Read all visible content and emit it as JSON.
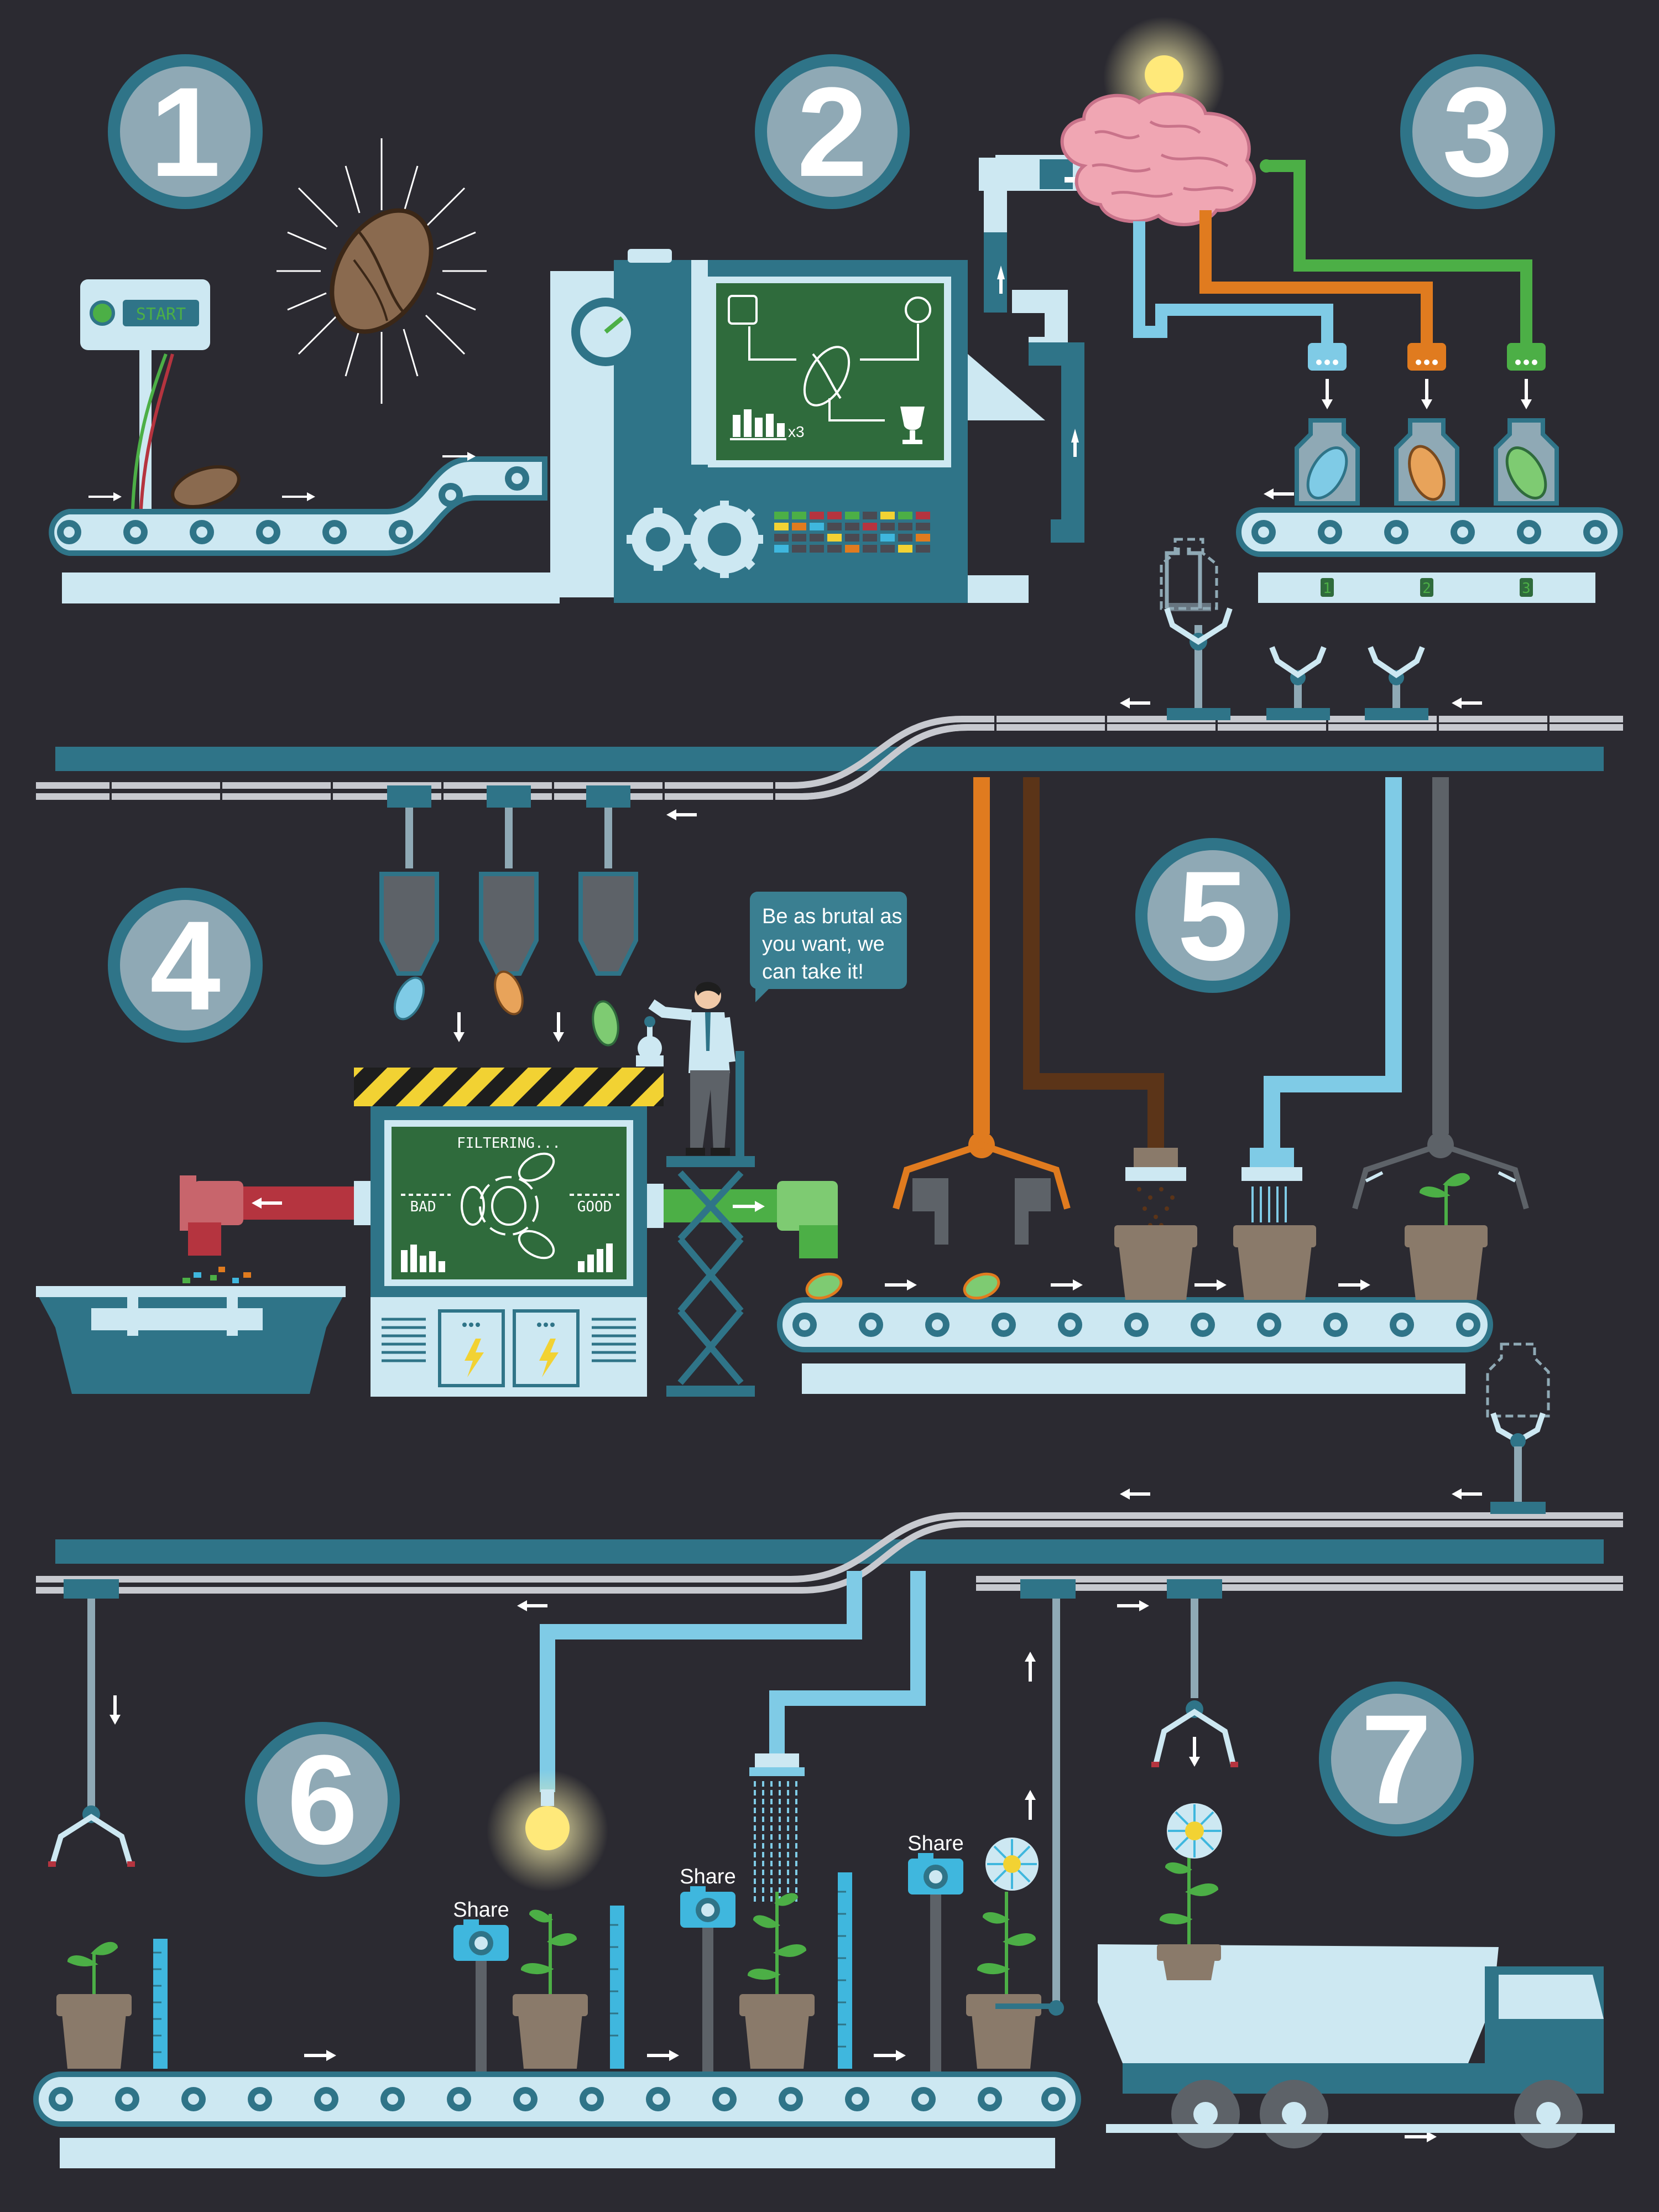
{
  "steps": [
    "1",
    "2",
    "3",
    "4",
    "5",
    "6",
    "7"
  ],
  "start_panel": {
    "label": "START"
  },
  "analysis_screen": {
    "multiplier": "x3"
  },
  "jar_bins": [
    "1",
    "2",
    "3"
  ],
  "filter_screen": {
    "title": "FILTERING...",
    "bad_label": "BAD",
    "good_label": "GOOD"
  },
  "speech_bubble": {
    "lines": [
      "Be as brutal as",
      "you want, we",
      "can take it!"
    ]
  },
  "share_cameras": [
    "Share",
    "Share",
    "Share"
  ],
  "colors": {
    "background": "#2b2a31",
    "teal": "#2f7488",
    "light_blue": "#cde8f2",
    "orange": "#e07b1f",
    "green": "#4caf46",
    "brown": "#5b3418",
    "red": "#b5343f",
    "screen_green": "#2f6b3c",
    "bulb": "#ffe97a"
  },
  "icons": [
    "lightbulb-icon",
    "brain-icon",
    "gear-icon",
    "trophy-icon",
    "lightning-icon",
    "camera-icon",
    "seed-icon",
    "sprout-icon",
    "flower-icon",
    "truck-icon",
    "arrow-icon"
  ]
}
